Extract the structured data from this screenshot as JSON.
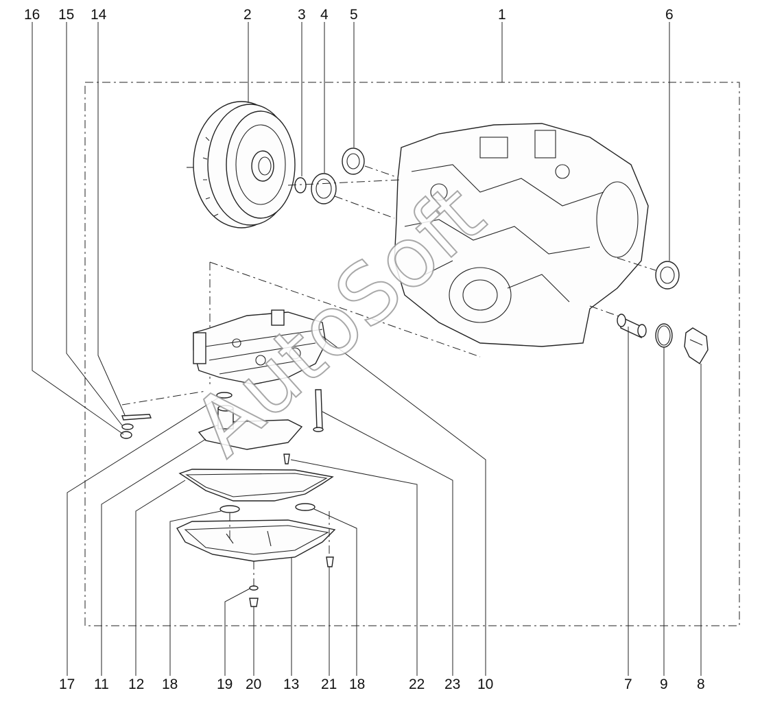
{
  "diagram": {
    "watermark": "AutoSoft",
    "callouts_top": [
      "16",
      "15",
      "14",
      "2",
      "3",
      "4",
      "5",
      "1",
      "6"
    ],
    "callouts_bottom": [
      "17",
      "11",
      "12",
      "18",
      "19",
      "20",
      "13",
      "21",
      "18",
      "22",
      "23",
      "10",
      "7",
      "9",
      "8"
    ]
  }
}
